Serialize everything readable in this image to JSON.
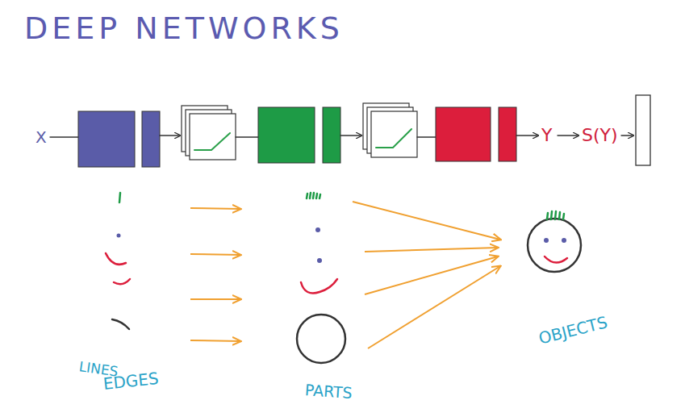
{
  "diagram": {
    "title": "DEEP NETWORKS",
    "labels": [
      "X",
      "Y",
      "S(Y)",
      "LINES",
      "EDGES",
      "PARTS",
      "OBJECTS"
    ]
  }
}
